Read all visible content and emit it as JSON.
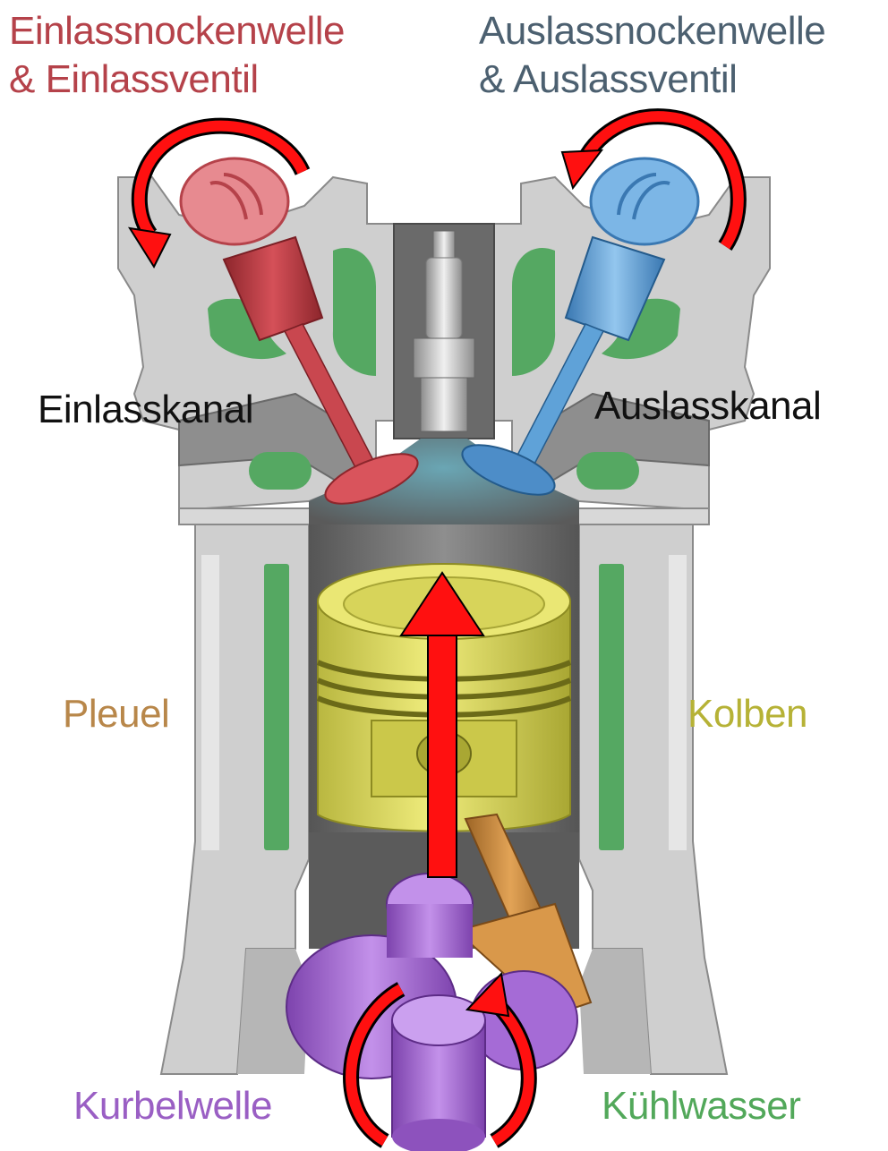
{
  "labels": {
    "intake_camshaft": {
      "line1": "Einlassnockenwelle",
      "line2": "& Einlassventil",
      "color": "#b5424a"
    },
    "exhaust_camshaft": {
      "line1": "Auslassnockenwelle",
      "line2": "& Auslassventil",
      "color": "#4c6070"
    },
    "intake_port": {
      "text": "Einlasskanal",
      "color": "#111111"
    },
    "exhaust_port": {
      "text": "Auslasskanal",
      "color": "#111111"
    },
    "connecting_rod": {
      "text": "Pleuel",
      "color": "#b8874a"
    },
    "piston": {
      "text": "Kolben",
      "color": "#b6b236"
    },
    "crankshaft": {
      "text": "Kurbelwelle",
      "color": "#9a5fc4"
    },
    "coolant": {
      "text": "Kühlwasser",
      "color": "#52a85a"
    }
  },
  "colors": {
    "block_light": "#cfcfcf",
    "block_mid": "#a9a9a9",
    "block_dark": "#6e6e6e",
    "coolant": "#55a862",
    "intake": "#c9474f",
    "exhaust": "#5fa2d8",
    "piston": "#e2e06a",
    "rod": "#c98a3c",
    "crank": "#a56bd6",
    "arrow": "#ff1010"
  }
}
